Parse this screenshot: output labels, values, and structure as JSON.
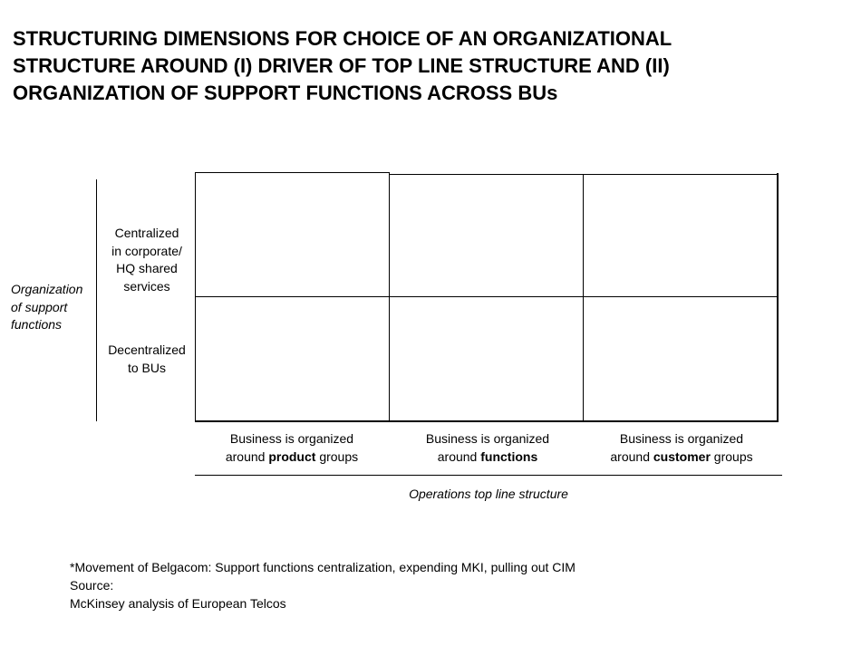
{
  "title": {
    "line1": "STRUCTURING DIMENSIONS FOR CHOICE OF AN ORGANIZATIONAL",
    "line2": "STRUCTURE AROUND  (I) DRIVER OF TOP LINE STRUCTURE AND (II)",
    "line3": "ORGANIZATION OF SUPPORT FUNCTIONS ACROSS BUs"
  },
  "y_axis": {
    "title_lines": [
      "Organization",
      "of support",
      "functions"
    ],
    "rows": [
      {
        "lines": [
          "Centralized",
          "in corporate/",
          "HQ shared",
          "services"
        ]
      },
      {
        "lines": [
          "Decentralized",
          "to BUs"
        ]
      }
    ]
  },
  "x_axis": {
    "title": "Operations top line structure",
    "columns": [
      {
        "line1": "Business is organized",
        "pre": "around ",
        "bold": "product",
        "post": " groups"
      },
      {
        "line1": "Business is organized",
        "pre": "around ",
        "bold": "functions",
        "post": ""
      },
      {
        "line1": "Business is organized",
        "pre": "around ",
        "bold": "customer",
        "post": " groups"
      }
    ]
  },
  "footnote": {
    "note": "*Movement of Belgacom: Support functions centralization, expending MKI, pulling out CIM",
    "source_label": "Source:",
    "source_text": "McKinsey analysis of European Telcos"
  }
}
